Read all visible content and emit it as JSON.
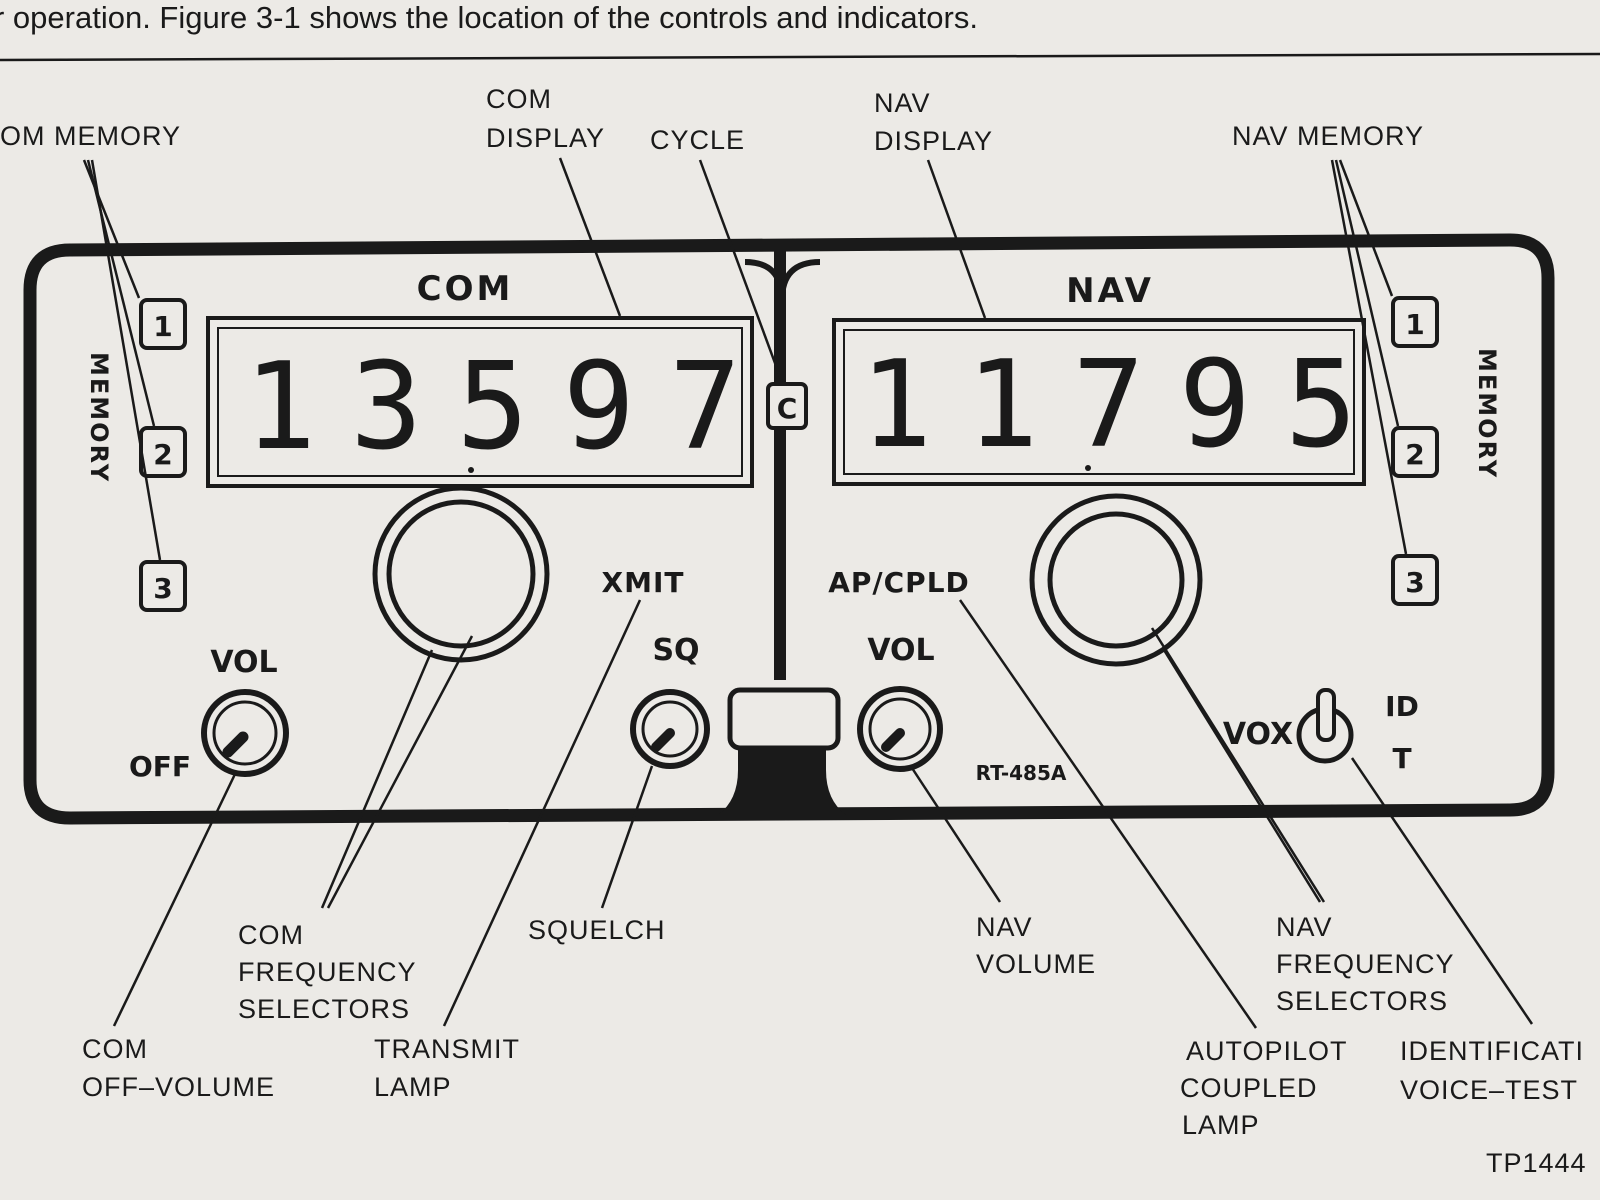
{
  "header_text": "r operation. Figure 3-1 shows the location of the controls and indicators.",
  "panel": {
    "com_title": "COM",
    "nav_title": "NAV",
    "com_frequency": "13597",
    "nav_frequency": "11795",
    "cycle_button": "C",
    "memory_vertical": "MEMORY",
    "memory_buttons": [
      "1",
      "2",
      "3"
    ],
    "xmit": "XMIT",
    "ap_cpld": "AP/CPLD",
    "com_vol": "VOL",
    "off": "OFF",
    "sq": "SQ",
    "nav_vol": "VOL",
    "model": "RT-485A",
    "vox": "VOX",
    "id": "ID",
    "t": "T"
  },
  "callouts": {
    "com_memory": "OM MEMORY",
    "com_display": [
      "COM",
      "DISPLAY"
    ],
    "cycle": "CYCLE",
    "nav_display": [
      "NAV",
      "DISPLAY"
    ],
    "nav_memory": "NAV MEMORY",
    "com_frequency_selectors": [
      "COM",
      "FREQUENCY",
      "SELECTORS"
    ],
    "squelch": "SQUELCH",
    "nav_volume": [
      "NAV",
      "VOLUME"
    ],
    "nav_frequency_selectors": [
      "NAV",
      "FREQUENCY",
      "SELECTORS"
    ],
    "com_off_volume": [
      "COM",
      "OFF–VOLUME"
    ],
    "transmit_lamp": [
      "TRANSMIT",
      "LAMP"
    ],
    "autopilot_coupled_lamp": [
      "AUTOPILOT",
      "COUPLED",
      "LAMP"
    ],
    "identification_voice_test": [
      "IDENTIFICATI",
      "VOICE–TEST"
    ]
  },
  "figure_id": "TP1444"
}
